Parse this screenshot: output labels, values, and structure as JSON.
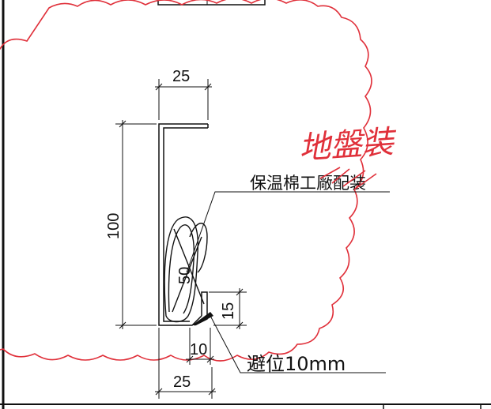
{
  "dimensions": {
    "top_width": "25",
    "height": "100",
    "insulation": "50",
    "lip_height": "15",
    "offset": "10",
    "bottom_width": "25"
  },
  "labels": {
    "insulation_note": "保温棉工厰配装",
    "clearance_note": "避位10mm"
  },
  "annotation": {
    "handwritten": "地盤装",
    "strikeout": "工厰配装"
  },
  "colors": {
    "ink": "#111111",
    "markup_red": "#e0303a"
  }
}
